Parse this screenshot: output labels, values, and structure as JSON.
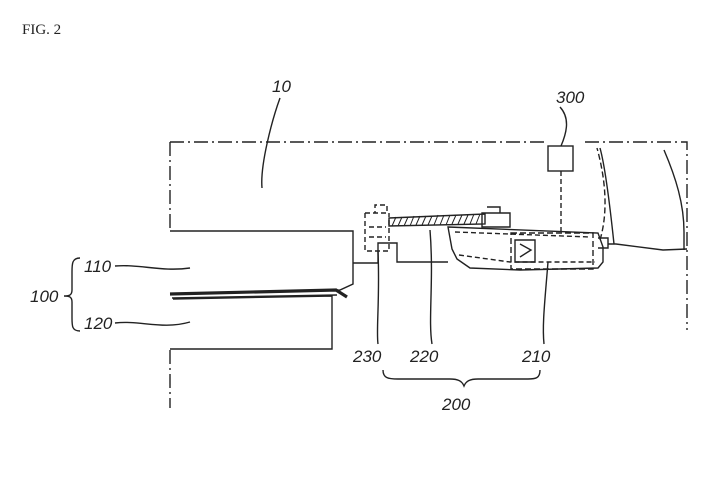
{
  "figure": {
    "caption": "FIG. 2",
    "labels": {
      "l10": "10",
      "l300": "300",
      "l110": "110",
      "l120": "120",
      "l100": "100",
      "l230": "230",
      "l220": "220",
      "l210": "210",
      "l200": "200"
    }
  }
}
